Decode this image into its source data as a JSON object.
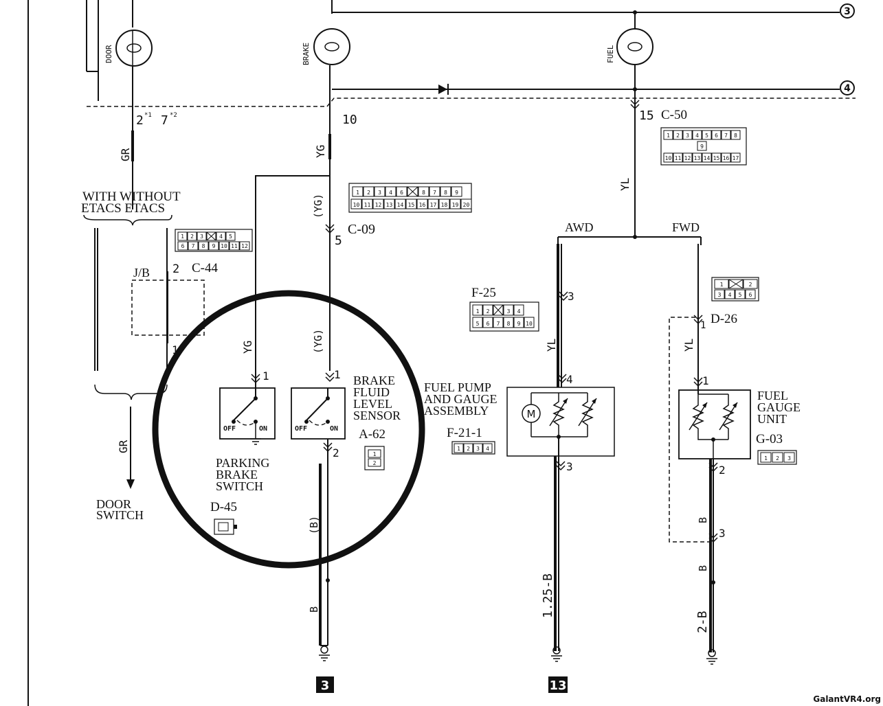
{
  "grounds": {
    "ground_left_id": "3",
    "ground_right_id": "13"
  },
  "watermark": "GalantVR4.org",
  "circled_refs": {
    "top": "3",
    "middle": "4"
  },
  "lamps": {
    "door": "DOOR",
    "brake": "BRAKE",
    "fuel": "FUEL"
  },
  "pins": {
    "door_pin": "2",
    "door_pin_sup1": "*1",
    "door_pin2": "7",
    "door_pin_sup2": "*2",
    "brake_pin": "10",
    "fuel_pin": "15",
    "c09_pin": "5",
    "c44_pin": "2",
    "c44_pin_low": "1",
    "pbs_pin1": "1",
    "bfl_pin1": "1",
    "bfl_pin2": "2",
    "awd_pin3": "3",
    "awd_pin4": "4",
    "awd_pin3_low": "3",
    "d26_pin1": "1",
    "gauge_pin1": "1",
    "gauge_pin2": "2",
    "gauge_pin3": "3"
  },
  "connectors": {
    "c50": "C-50",
    "c09": "C-09",
    "c44": "C-44",
    "f25": "F-25",
    "f21": "F-21-1",
    "d26": "D-26",
    "d45": "D-45",
    "a62": "A-62",
    "g03": "G-03",
    "c50_row1": [
      "1",
      "2",
      "3",
      "4",
      "5",
      "6",
      "7",
      "8"
    ],
    "c50_mid": "9",
    "c50_row2": [
      "10",
      "11",
      "12",
      "13",
      "14",
      "15",
      "16",
      "17"
    ],
    "c09_row1": [
      "1",
      "2",
      "3",
      "4",
      "6",
      "",
      "8",
      "7",
      "8",
      "9"
    ],
    "c09_row2": [
      "10",
      "11",
      "12",
      "13",
      "14",
      "15",
      "16",
      "17",
      "18",
      "19",
      "20"
    ],
    "c44_row1": [
      "1",
      "2",
      "3",
      "",
      "4",
      "5"
    ],
    "c44_row2": [
      "6",
      "7",
      "8",
      "9",
      "10",
      "11",
      "12"
    ],
    "f25_row1": [
      "1",
      "2",
      "",
      "3",
      "4"
    ],
    "f25_row2": [
      "5",
      "6",
      "7",
      "8",
      "9",
      "10"
    ],
    "f21_cells": [
      "1",
      "2",
      "3",
      "4"
    ],
    "d26_row1": [
      "1",
      "",
      "2"
    ],
    "d26_row2": [
      "3",
      "4",
      "5",
      "6"
    ],
    "a62_cells": [
      "1",
      "2"
    ],
    "g03_cells": [
      "1",
      "2",
      "3"
    ]
  },
  "wires": {
    "door_color": "GR",
    "brake_color": "YG",
    "brake_color_paren": "(YG)",
    "brake_color_paren_low": "(YG)",
    "fuel_color": "YL",
    "pbs_color": "YG",
    "awd_color": "YL",
    "fwd_color": "YL",
    "door_out_color": "GR",
    "bfl_ground_paren": "(B)",
    "bfl_ground": "B",
    "awd_ground": "1.25-B",
    "gauge_ground_upper": "B",
    "gauge_ground_mid": "B",
    "gauge_ground_low": "2-B"
  },
  "labels": {
    "with_without": "WITH WITHOUT",
    "etacs_row": "ETACS ETACS",
    "jb": "J/B",
    "awd": "AWD",
    "fwd": "FWD",
    "pbs_line1": "PARKING",
    "pbs_line2": "BRAKE",
    "pbs_line3": "SWITCH",
    "bfl_line1": "BRAKE",
    "bfl_line2": "FLUID",
    "bfl_line3": "LEVEL",
    "bfl_line4": "SENSOR",
    "fuel_pump_line1": "FUEL PUMP",
    "fuel_pump_line2": "AND GAUGE",
    "fuel_pump_line3": "ASSEMBLY",
    "fuel_gauge_line1": "FUEL",
    "fuel_gauge_line2": "GAUGE",
    "fuel_gauge_line3": "UNIT",
    "door_switch_line1": "DOOR",
    "door_switch_line2": "SWITCH",
    "off1": "OFF",
    "on1": "ON",
    "off2": "OFF",
    "on2": "ON",
    "motor": "M"
  }
}
